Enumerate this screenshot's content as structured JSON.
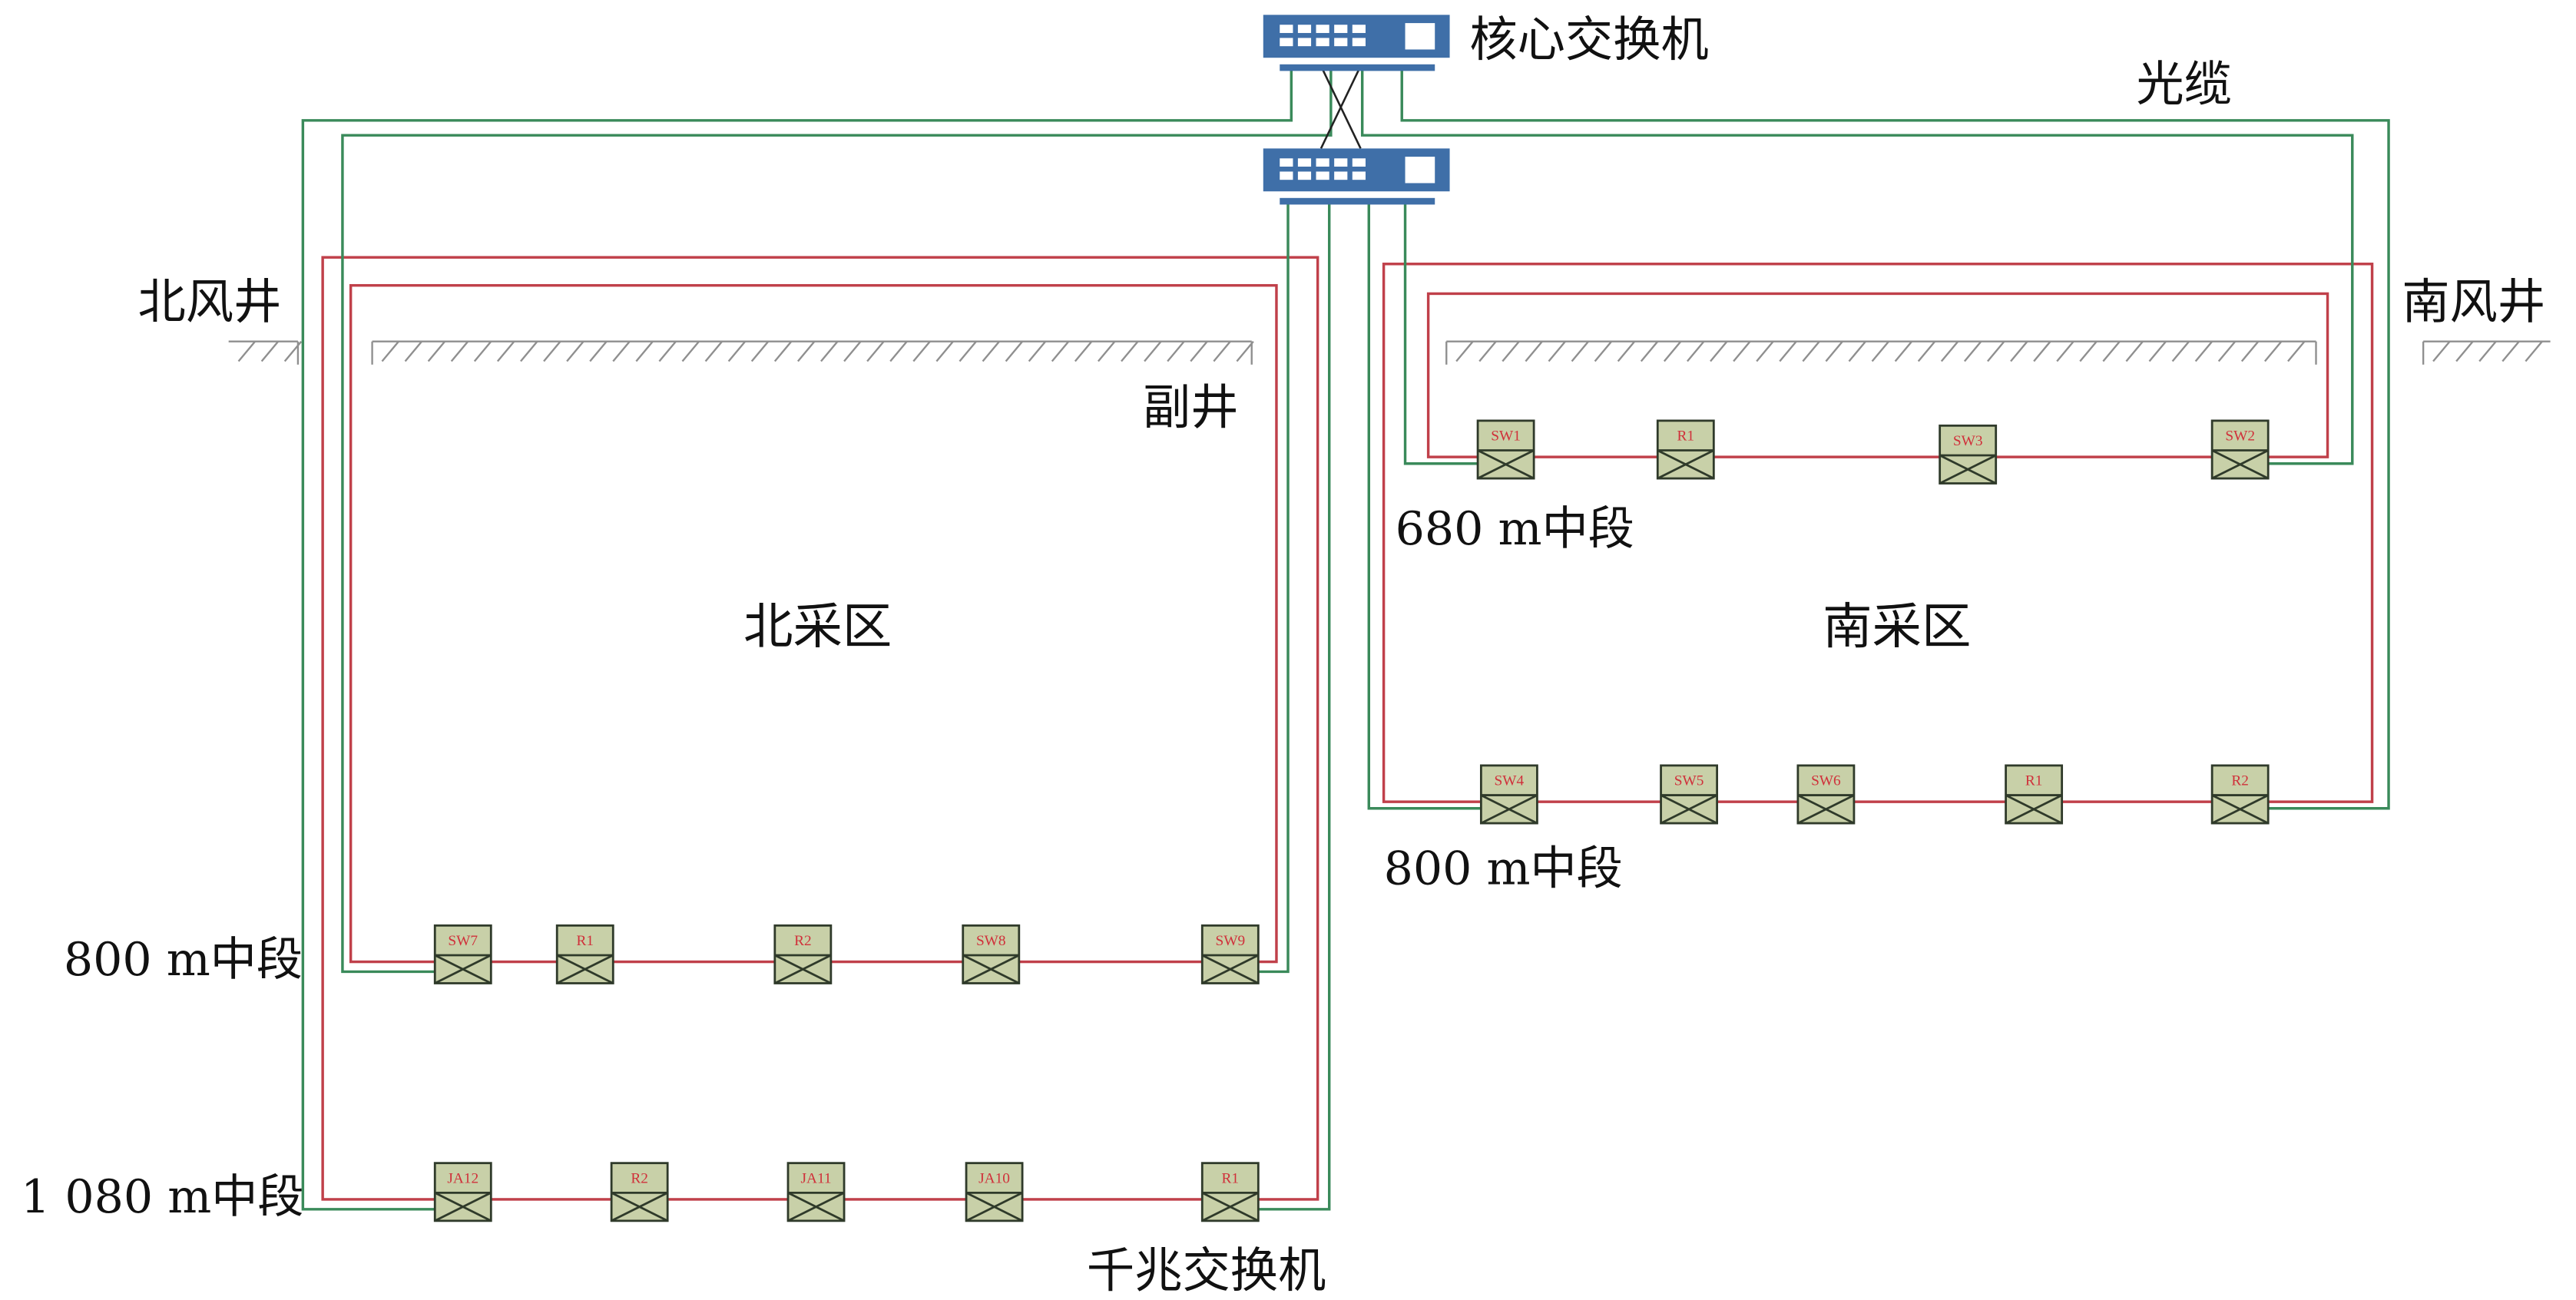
{
  "labels": {
    "core_switch": "核心交换机",
    "fiber_cable": "光缆",
    "north_vent_shaft": "北风井",
    "south_vent_shaft": "南风井",
    "auxiliary_shaft": "副井",
    "north_mining_area": "北采区",
    "south_mining_area": "南采区",
    "level_680_south": "680 m中段",
    "level_800_south": "800 m中段",
    "level_800_north": "800 m中段",
    "level_1080_north": "1 080 m中段",
    "gigabit_switch": "千兆交换机"
  },
  "colors": {
    "switch_blue": "#3f6fa8",
    "copper_red": "#c0404a",
    "fiber_green": "#3a8a5a",
    "device_fill": "#c8d0a8",
    "device_label": "#d0303a"
  },
  "levels": {
    "south_680": [
      "SW1",
      "R1",
      "SW3",
      "SW2"
    ],
    "south_800": [
      "SW4",
      "SW5",
      "SW6",
      "R1",
      "R2"
    ],
    "north_800": [
      "SW7",
      "R1",
      "R2",
      "SW8",
      "SW9"
    ],
    "north_1080": [
      "JA12",
      "R2",
      "JA11",
      "JA10",
      "R1"
    ]
  }
}
